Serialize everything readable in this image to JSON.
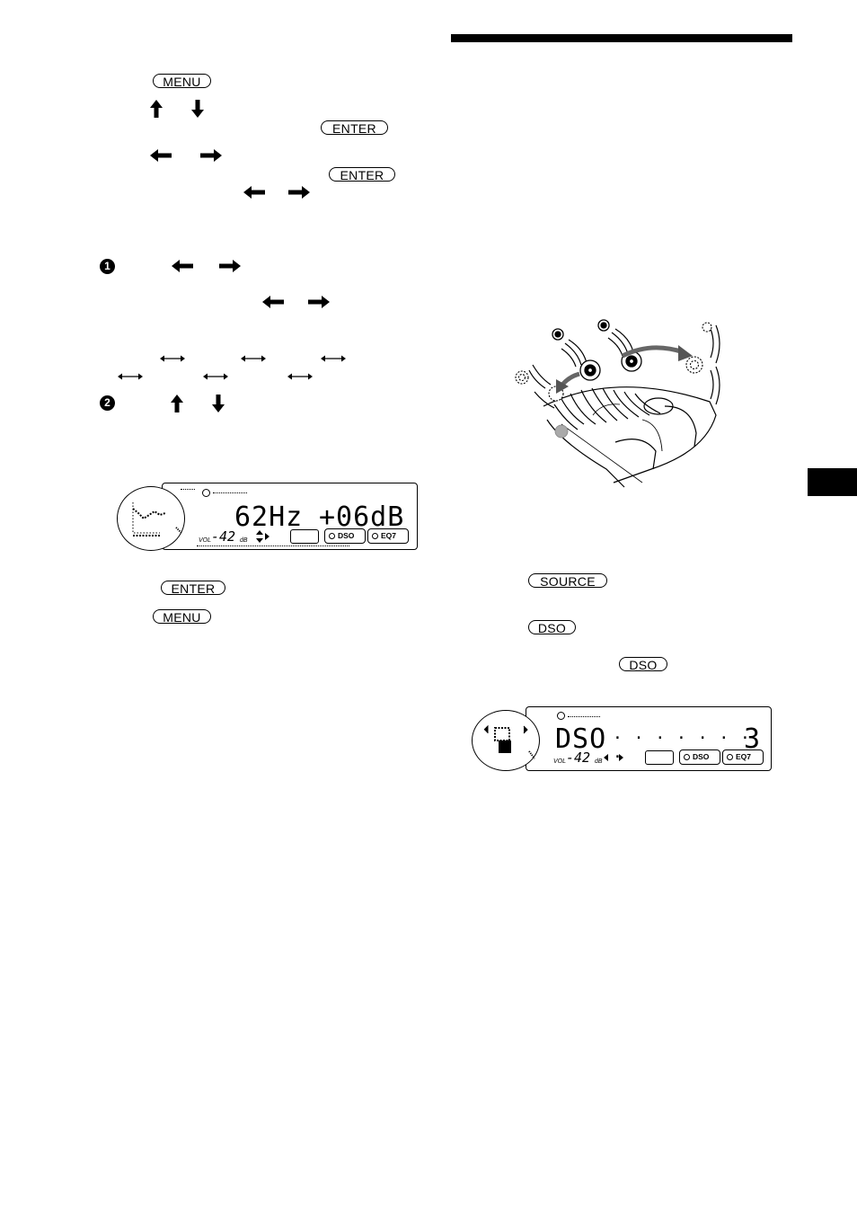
{
  "buttons": {
    "menu_1": "MENU",
    "enter_1": "ENTER",
    "enter_2": "ENTER",
    "enter_3": "ENTER",
    "menu_2": "MENU",
    "source": "SOURCE",
    "dso_1": "DSO",
    "dso_2": "DSO"
  },
  "steps": {
    "step1_marker": "1",
    "step2_marker": "2"
  },
  "eq_display": {
    "frequency": "62Hz",
    "gain": "+06dB",
    "vol_label": "VOL",
    "vol_value": "-42",
    "vol_unit": "dB",
    "dso_label": "DSO",
    "eq_label": "EQ7"
  },
  "dso_display": {
    "mode_text": "DSO",
    "dots": "· · · · · · · ·",
    "level": "3",
    "vol_label": "VOL",
    "vol_value": "-42",
    "vol_unit": "dB",
    "dso_label": "DSO",
    "eq_label": "EQ7"
  },
  "colors": {
    "ink": "#000000",
    "page": "#ffffff"
  }
}
